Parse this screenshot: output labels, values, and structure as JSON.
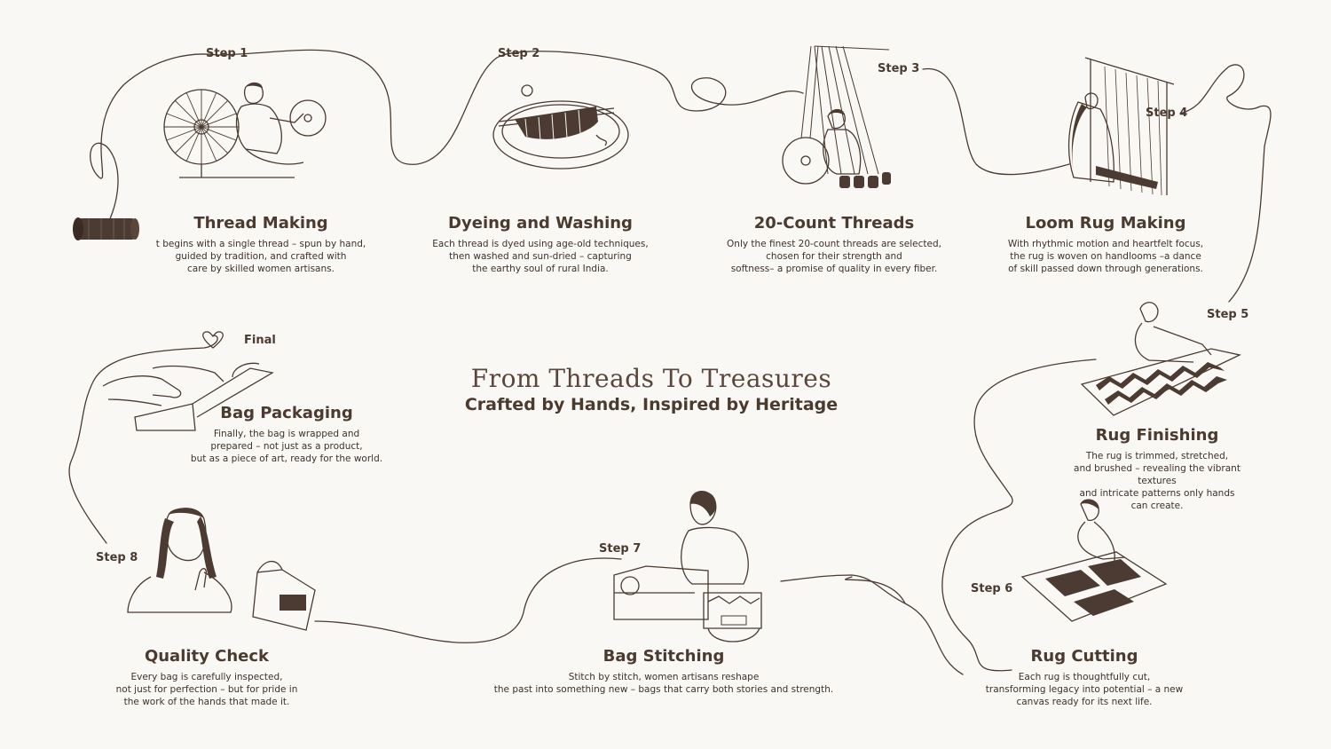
{
  "heading": {
    "title": "From Threads To Treasures",
    "subtitle": "Crafted by Hands, Inspired by Heritage"
  },
  "colors": {
    "background": "#faf8f4",
    "ink": "#4a3a30",
    "dark": "#4b3b32"
  },
  "steps": [
    {
      "label": "Step 1",
      "title": "Thread Making",
      "icon": "spinning-wheel-icon",
      "desc": "t begins with a single thread – spun by hand,\nguided by tradition, and crafted with\ncare by skilled women artisans."
    },
    {
      "label": "Step 2",
      "title": "Dyeing and Washing",
      "icon": "dyeing-vat-icon",
      "desc": "Each thread is dyed using age-old techniques,\nthen washed and sun-dried – capturing\nthe earthy soul of rural India."
    },
    {
      "label": "Step 3",
      "title": "20-Count Threads",
      "icon": "thread-winding-icon",
      "desc": "Only the finest 20-count threads are selected,\nchosen for their strength and\nsoftness– a promise of quality in every fiber."
    },
    {
      "label": "Step 4",
      "title": "Loom Rug Making",
      "icon": "handloom-icon",
      "desc": "With rhythmic motion and heartfelt focus,\nthe rug is woven on handlooms –a dance\nof skill passed down through generations."
    },
    {
      "label": "Step 5",
      "title": "Rug Finishing",
      "icon": "rug-finishing-icon",
      "desc": "The rug is trimmed, stretched,\nand brushed – revealing the vibrant textures\nand intricate patterns only hands can create."
    },
    {
      "label": "Step 6",
      "title": "Rug Cutting",
      "icon": "rug-cutting-icon",
      "desc": "Each rug is thoughtfully cut,\ntransforming legacy into potential – a new\ncanvas ready for its next life."
    },
    {
      "label": "Step 7",
      "title": "Bag Stitching",
      "icon": "sewing-machine-icon",
      "desc": "Stitch by stitch, women artisans reshape\nthe past into something new – bags that carry both stories and strength."
    },
    {
      "label": "Step 8",
      "title": "Quality Check",
      "icon": "quality-check-icon",
      "desc": "Every bag is carefully inspected,\nnot just for perfection – but for pride in\nthe work of the hands that made it."
    },
    {
      "label": "Final",
      "title": "Bag Packaging",
      "icon": "packaging-box-icon",
      "desc": "Finally, the bag is wrapped and\nprepared – not just as a product,\nbut as a piece of art, ready for the world."
    }
  ]
}
